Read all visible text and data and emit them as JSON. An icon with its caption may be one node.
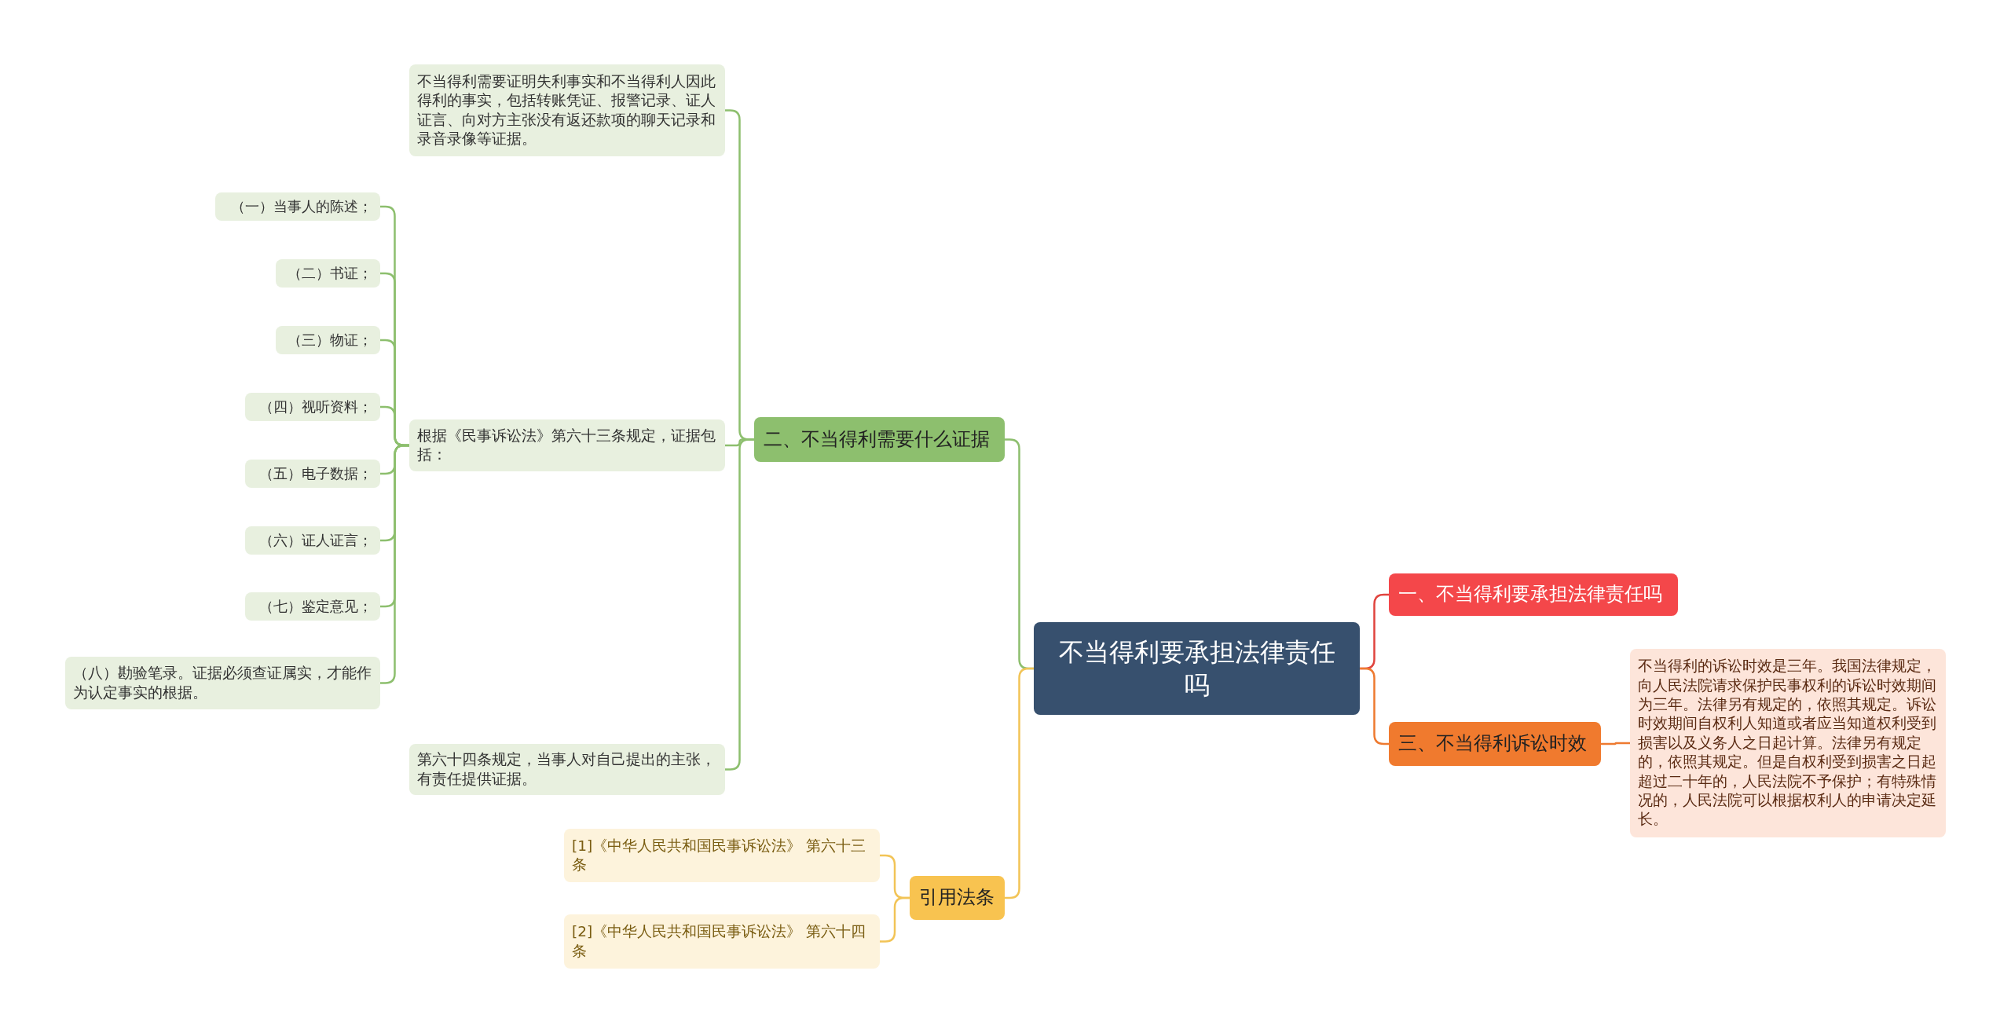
{
  "diagram": {
    "nodes": [
      {
        "text": [
          "不当得利要承担法律责任吗"
        ]
      },
      {
        "text": [
          "一、不当得利要承担法律责任吗"
        ]
      },
      {
        "text": [
          "三、不当得利诉讼时效"
        ]
      },
      {
        "text": [
          "不当得利的诉讼时效是三年。我国法律规定，向人民法院请求保护民事权利的诉讼时效期间为三年。法律另有规定的，依照其规定。诉讼时效期间自权利人知道或者应当知道权利受到损害以及义务人之日起计算。法律另有规定的，依照其规定。但是自权利受到损害之日起超过二十年的，人民法院不予保护；有特殊情况的，人民法院可以根据权利人的申请决定延长。"
        ]
      },
      {
        "text": [
          "二、不当得利需要什么证据"
        ]
      },
      {
        "text": [
          "不当得利需要证明失利事实和不当得利人因此得利的事实，包括转账凭证、报警记录、证人证言、向对方主张没有返还款项的聊天记录和录音录像等证据。"
        ]
      },
      {
        "text": [
          "根据《民事诉讼法》第六十三条规定，证据包括："
        ]
      },
      {
        "text": [
          "（一）当事人的陈述；"
        ]
      },
      {
        "text": [
          "（二）书证；"
        ]
      },
      {
        "text": [
          "（三）物证；"
        ]
      },
      {
        "text": [
          "（四）视听资料；"
        ]
      },
      {
        "text": [
          "（五）电子数据；"
        ]
      },
      {
        "text": [
          "（六）证人证言；"
        ]
      },
      {
        "text": [
          "（七）鉴定意见；"
        ]
      },
      {
        "text": [
          "（八）勘验笔录。证据必须查证属实，才能作为认定事实的根据。"
        ]
      },
      {
        "text": [
          "第六十四条规定，当事人对自己提出的主张，有责任提供证据。"
        ]
      },
      {
        "text": [
          "引用法条"
        ]
      },
      {
        "text": [
          "[1]《中华人民共和国民事诉讼法》 第六十三条"
        ]
      },
      {
        "text": [
          "[2]《中华人民共和国民事诉讼法》 第六十四条"
        ]
      }
    ],
    "edges": [
      {
        "from": 0,
        "to": 1,
        "arrow": "none",
        "color": "#e0443e"
      },
      {
        "from": 0,
        "to": 2,
        "arrow": "none",
        "color": "#ee7a30"
      },
      {
        "from": 2,
        "to": 3,
        "arrow": "none",
        "color": "#ee7a30"
      },
      {
        "from": 0,
        "to": 4,
        "arrow": "none"
      },
      {
        "from": 4,
        "to": 5,
        "arrow": "none"
      },
      {
        "from": 4,
        "to": 6,
        "arrow": "none"
      },
      {
        "from": 6,
        "to": 7,
        "arrow": "none"
      },
      {
        "from": 6,
        "to": 8,
        "arrow": "none"
      },
      {
        "from": 6,
        "to": 9,
        "arrow": "none"
      },
      {
        "from": 6,
        "to": 10,
        "arrow": "none"
      },
      {
        "from": 6,
        "to": 11,
        "arrow": "none"
      },
      {
        "from": 6,
        "to": 12,
        "arrow": "none"
      },
      {
        "from": 6,
        "to": 13,
        "arrow": "none"
      },
      {
        "from": 6,
        "to": 14,
        "arrow": "none"
      },
      {
        "from": 4,
        "to": 15,
        "arrow": "none"
      },
      {
        "from": 0,
        "to": 16,
        "arrow": "none",
        "color": "#f2c457"
      },
      {
        "from": 16,
        "to": 17,
        "arrow": "none",
        "color": "#f2c457"
      },
      {
        "from": 16,
        "to": 18,
        "arrow": "none",
        "color": "#f2c457"
      }
    ]
  }
}
